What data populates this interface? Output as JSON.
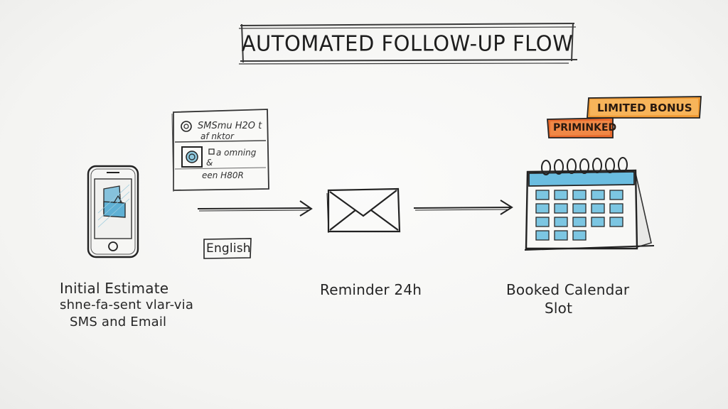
{
  "title": "AUTOMATED FOLLOW-UP FLOW",
  "note_card": {
    "lines": [
      "SMSmu H2O t",
      "af nktor",
      "a omning",
      "&",
      "een H80R"
    ]
  },
  "language_label": "English",
  "steps": [
    {
      "icon": "smartphone-icon",
      "caption_lines": [
        "Initial Estimate",
        "shne-fa-sent vlar-via",
        "SMS and Email"
      ]
    },
    {
      "icon": "envelope-icon",
      "caption_lines": [
        "Reminder 24h"
      ]
    },
    {
      "icon": "calendar-icon",
      "caption_lines": [
        "Booked Calendar",
        "Slot"
      ]
    }
  ],
  "tags": {
    "limited_bonus": "LIMITED BONUS",
    "priminked": "PRIMINKED"
  },
  "colors": {
    "ink": "#222222",
    "sky_blue": "#5bb6d8",
    "orange": "#f0892a",
    "red_orange": "#e0652a"
  }
}
